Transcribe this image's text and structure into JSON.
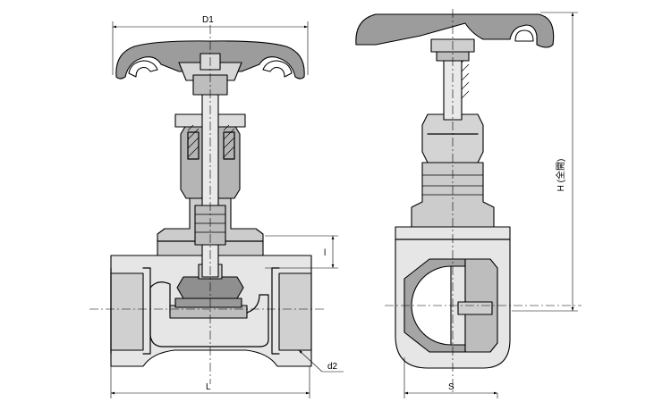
{
  "labels": {
    "d1": "D1",
    "l_small": "l",
    "h": "H (全開)",
    "d2": "d2",
    "l": "L",
    "s": "S"
  },
  "colors": {
    "line": "#000000",
    "body_light": "#e6e6e6",
    "body_mid": "#cccccc",
    "body_dark": "#9a9a9a",
    "background": "#ffffff"
  }
}
